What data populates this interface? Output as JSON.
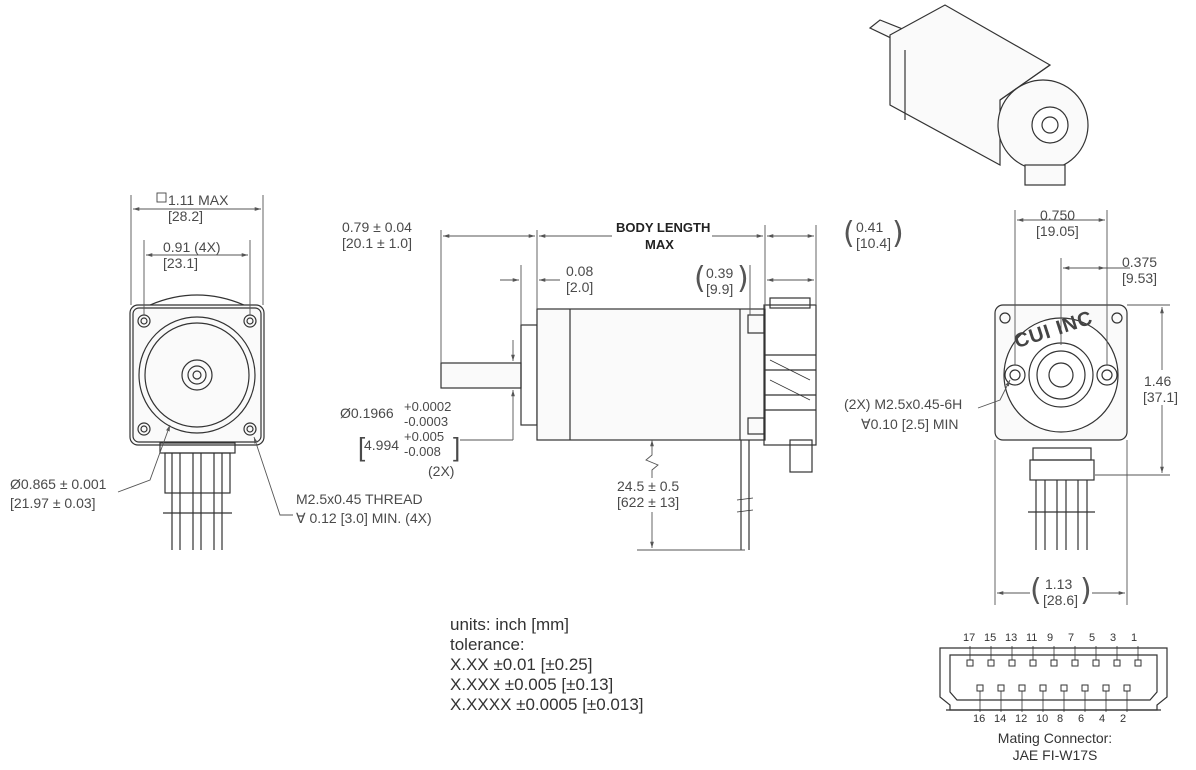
{
  "front_view": {
    "square_dim": "1.11 MAX",
    "square_dim_mm": "[28.2]",
    "bolt_spacing": "0.91  (4X)",
    "bolt_spacing_mm": "[23.1]",
    "pilot_dia": "Ø0.865 ± 0.001",
    "pilot_dia_mm": "[21.97 ± 0.03]",
    "thread": "M2.5x0.45 THREAD",
    "thread_depth": "∀ 0.12 [3.0] MIN. (4X)"
  },
  "side_view": {
    "shaft_len": "0.79 ± 0.04",
    "shaft_len_mm": "[20.1 ± 1.0]",
    "body_length_1": "BODY LENGTH",
    "body_length_2": "MAX",
    "encoder_len": "0.41",
    "encoder_len_mm": "[10.4]",
    "boss_len": "0.08",
    "boss_len_mm": "[2.0]",
    "flange_len": "0.39",
    "flange_len_mm": "[9.9]",
    "shaft_dia": "Ø0.1966",
    "shaft_dia_plus": "+0.0002",
    "shaft_dia_minus": "-0.0003",
    "shaft_dia_mm": "4.994",
    "shaft_dia_mm_plus": "+0.005",
    "shaft_dia_mm_minus": "-0.008",
    "shaft_count": "(2X)",
    "lead_len": "24.5 ± 0.5",
    "lead_len_mm": "[622 ± 13]"
  },
  "rear_view": {
    "width": "0.750",
    "width_mm": "[19.05]",
    "half_width": "0.375",
    "half_width_mm": "[9.53]",
    "height": "1.46",
    "height_mm": "[37.1]",
    "mount_thread": "(2X) M2.5x0.45-6H",
    "mount_depth": "∀0.10 [2.5] MIN",
    "overall_width": "1.13",
    "overall_width_mm": "[28.6]",
    "brand": "CUI INC"
  },
  "connector": {
    "top_pins": [
      "17",
      "15",
      "13",
      "11",
      "9",
      "7",
      "5",
      "3",
      "1"
    ],
    "bottom_pins": [
      "16",
      "14",
      "12",
      "10",
      "8",
      "6",
      "4",
      "2"
    ],
    "caption_1": "Mating Connector:",
    "caption_2": "JAE FI-W17S"
  },
  "notes": {
    "units": "units: inch [mm]",
    "tolerance": "tolerance:",
    "tol_xx": "X.XX ±0.01 [±0.25]",
    "tol_xxx": "X.XXX ±0.005 [±0.13]",
    "tol_xxxx": "X.XXXX ±0.0005 [±0.013]"
  }
}
